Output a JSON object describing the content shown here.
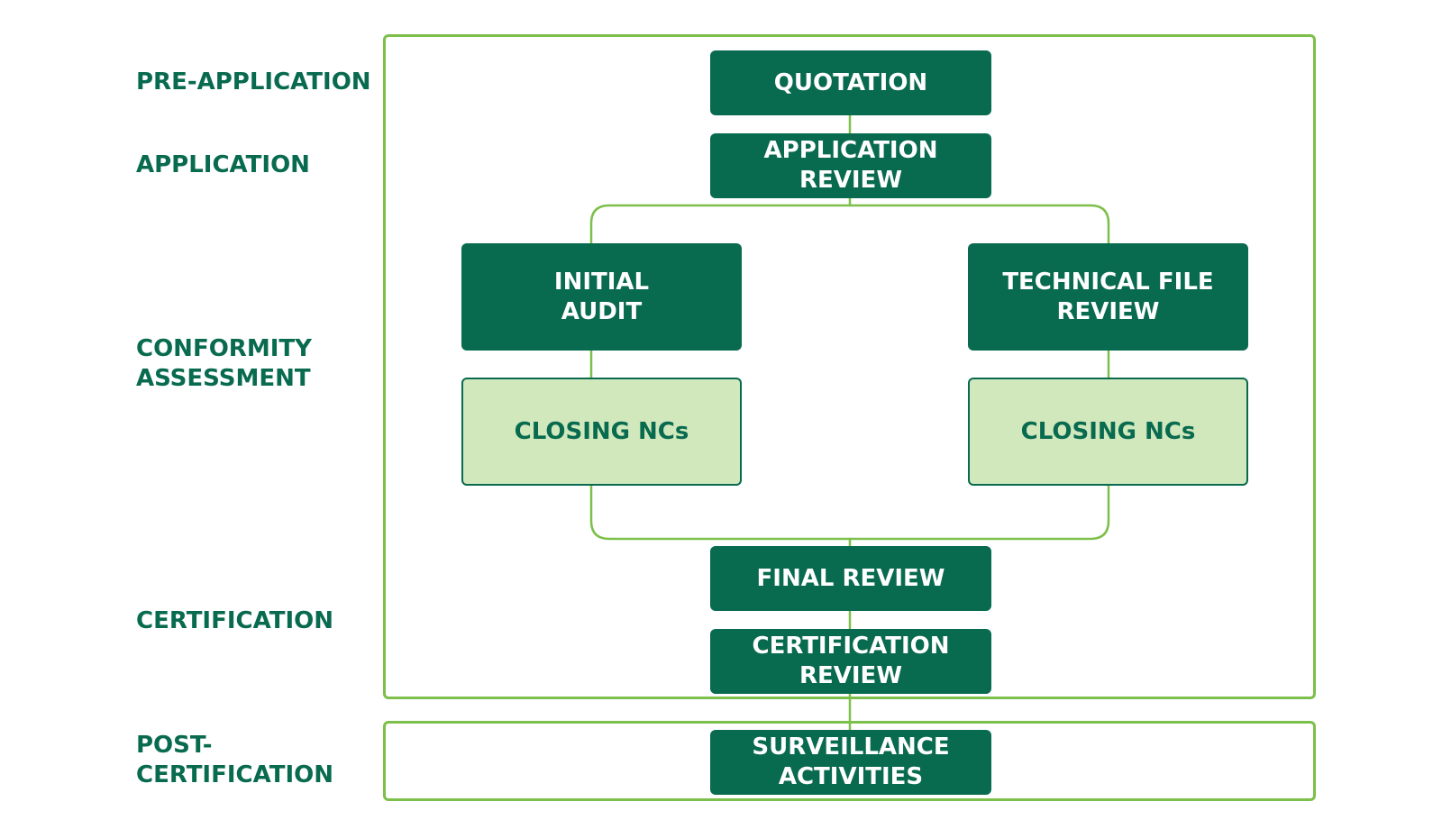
{
  "colors": {
    "dark_green": "#086a4e",
    "light_green": "#d1e8bd",
    "frame_green": "#7cbf4a"
  },
  "phases": {
    "pre_application": "PRE-APPLICATION",
    "application": "APPLICATION",
    "conformity_assessment": "CONFORMITY\nASSESSMENT",
    "certification": "CERTIFICATION",
    "post_certification": "POST-\nCERTIFICATION"
  },
  "nodes": {
    "quotation": "QUOTATION",
    "application_review": "APPLICATION\nREVIEW",
    "initial_audit": "INITIAL\nAUDIT",
    "technical_file_review": "TECHNICAL FILE\nREVIEW",
    "closing_ncs_left": "CLOSING NCs",
    "closing_ncs_right": "CLOSING NCs",
    "final_review": "FINAL REVIEW",
    "certification_review": "CERTIFICATION\nREVIEW",
    "surveillance_activities": "SURVEILLANCE\nACTIVITIES"
  }
}
